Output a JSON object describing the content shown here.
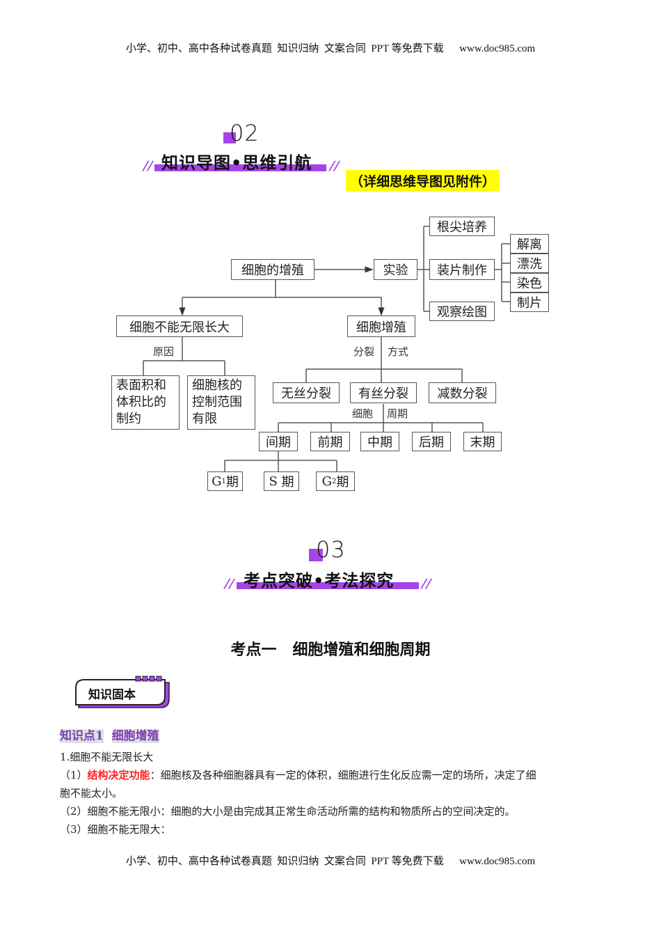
{
  "header": {
    "text": "小学、初中、高中各种试卷真题  知识归纳  文案合同  PPT 等免费下载      www.doc985.com"
  },
  "footer": {
    "text": "小学、初中、高中各种试卷真题  知识归纳  文案合同  PPT 等免费下载      www.doc985.com"
  },
  "section2": {
    "number": "02",
    "title": "知识导图•思维引航",
    "note": "（详细思维导图见附件）",
    "accent_color": "#a545e8",
    "note_bg": "#ffff00"
  },
  "mindmap": {
    "root": "细胞的增殖",
    "experiment": "实验",
    "experiment_children": [
      "根尖培养",
      "装片制作",
      "观察绘图"
    ],
    "slide_steps": [
      "解离",
      "漂洗",
      "染色",
      "制片"
    ],
    "cannot_grow": "细胞不能无限长大",
    "reason_label": "原因",
    "reasons": [
      {
        "line1": "表面积和",
        "line2": "体积比的",
        "line3": "制约"
      },
      {
        "line1": "细胞核的",
        "line2": "控制范围",
        "line3": "有限"
      }
    ],
    "proliferation": "细胞增殖",
    "division_label_left": "分裂",
    "division_label_right": "方式",
    "division_types": [
      "无丝分裂",
      "有丝分裂",
      "减数分裂"
    ],
    "cycle_label_left": "细胞",
    "cycle_label_right": "周期",
    "phases": [
      "间期",
      "前期",
      "中期",
      "后期",
      "末期"
    ],
    "interphase": [
      {
        "letter": "G",
        "sub": "1",
        "suffix": "期"
      },
      {
        "letter": "S",
        "sub": "",
        "suffix": " 期"
      },
      {
        "letter": "G",
        "sub": "2",
        "suffix": "期"
      }
    ]
  },
  "section3": {
    "number": "03",
    "title": "考点突破•考法探究"
  },
  "topic": {
    "title": "考点一   细胞增殖和细胞周期"
  },
  "badge": {
    "label": "知识固本"
  },
  "knowledge_point": {
    "prefix": "知识点",
    "number": "1",
    "title": "细胞增殖"
  },
  "content": {
    "heading": "1.细胞不能无限长大",
    "item1_prefix": "（1）",
    "item1_highlight": "结构决定功能",
    "item1_text": "：细胞核及各种细胞器具有一定的体积，细胞进行生化反应需一定的场所，决定了细",
    "item1_text2": "胞不能太小。",
    "item2": "（2）细胞不能无限小：细胞的大小是由完成其正常生命活动所需的结构和物质所占的空间决定的。",
    "item3": "（3）细胞不能无限大："
  }
}
